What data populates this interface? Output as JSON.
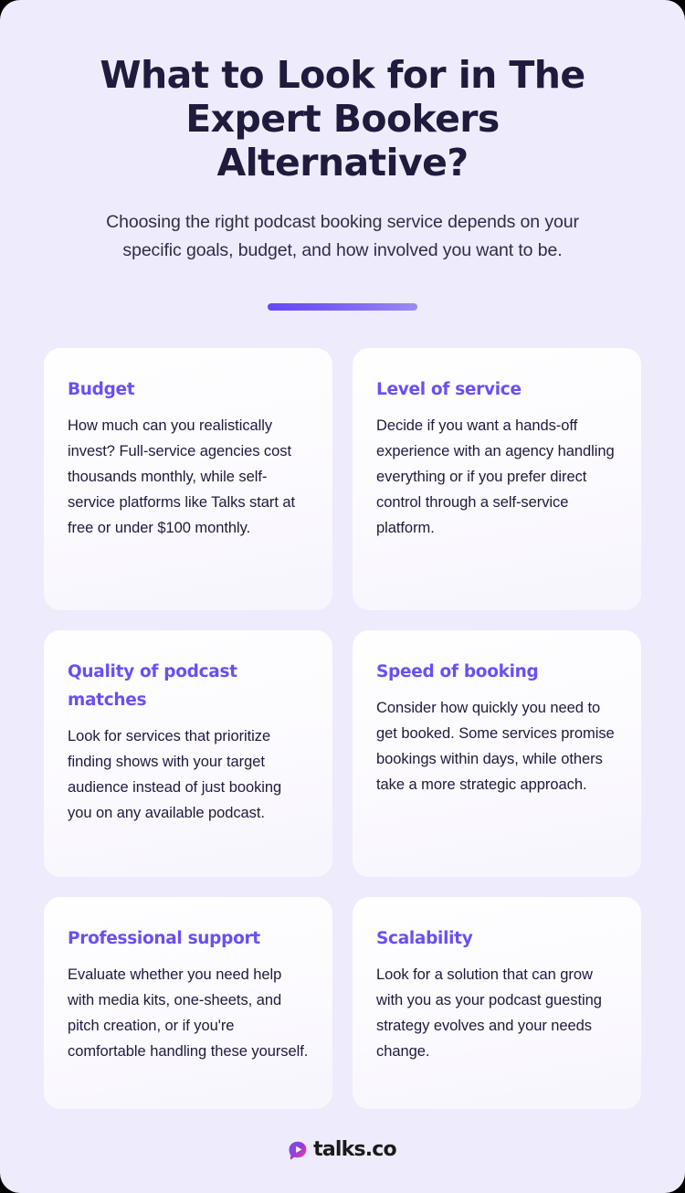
{
  "header": {
    "title_lines": [
      "What to Look for in The",
      "Expert Bookers Alternative?"
    ],
    "subtitle_lines": [
      "Choosing the right podcast booking service depends on your",
      "specific goals, budget, and how involved you want to be."
    ]
  },
  "divider": {
    "gradient_from": "#6548F2",
    "gradient_to": "#9C8BF0"
  },
  "colors": {
    "page_background": "#EDEBFC",
    "title": "#1E1B3D",
    "accent_purple": "#6B4EF5",
    "body_text": "#1E1B3D",
    "card_background": "#FEFEFF"
  },
  "cards": [
    {
      "title": "Budget",
      "body": "How much can you realistically invest? Full-service agencies cost thousands monthly, while self-service platforms like Talks start at free or under $100 monthly."
    },
    {
      "title": "Level of service",
      "body": "Decide if you want a hands-off experience with an agency handling everything or if you prefer direct control through a self-service platform."
    },
    {
      "title": "Quality of podcast matches",
      "body": "Look for services that prioritize finding shows with your target audience instead of just booking you on any available podcast."
    },
    {
      "title": "Speed of booking",
      "body": "Consider how quickly you need to get booked. Some services promise bookings within days, while others take a more strategic approach."
    },
    {
      "title": "Professional support",
      "body": "Evaluate whether you need help with media kits, one-sheets, and pitch creation, or if you're comfortable handling these yourself."
    },
    {
      "title": "Scalability",
      "body": "Look for a solution that can grow with you as your podcast guesting strategy evolves and your needs change."
    }
  ],
  "footer": {
    "logo_text": "talks.co",
    "logo_icon": "talks-play-bubble-icon"
  }
}
